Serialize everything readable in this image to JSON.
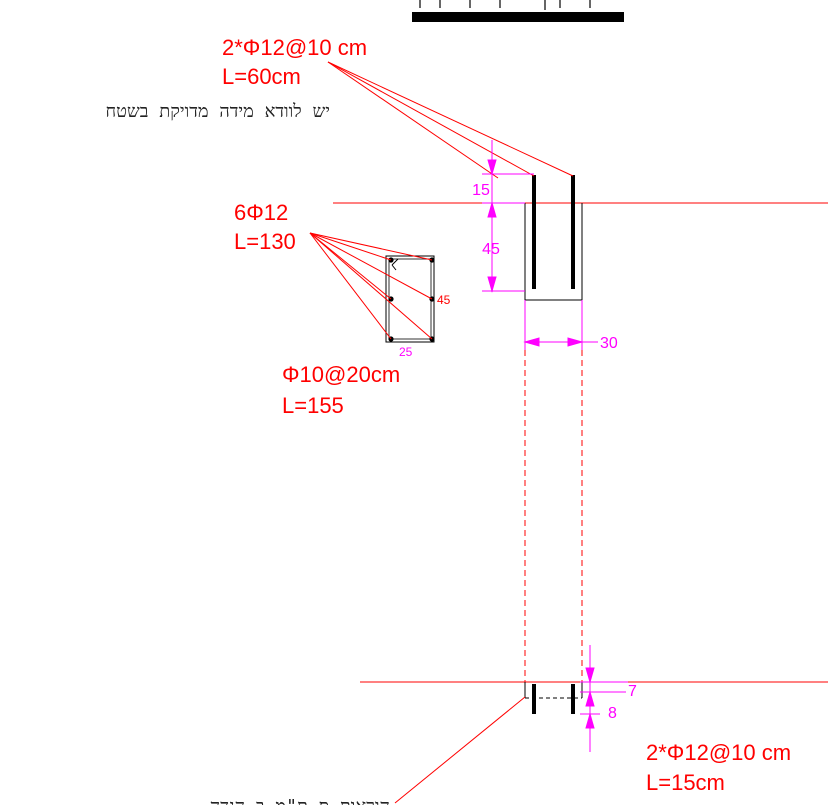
{
  "labels": {
    "dowel_top_spec": "2*Φ12@10 cm",
    "dowel_top_length": "L=60cm",
    "field_note": "יש לוודא מידה מדויקת בשטח",
    "long_bars_spec": "6Φ12",
    "long_bars_length": "L=130",
    "stirrups_spec": "Φ10@20cm",
    "stirrups_length": "L=155",
    "dowel_bottom_spec": "2*Φ12@10 cm",
    "dowel_bottom_length": "L=15cm",
    "bottom_note": "הוראות ס ת\"מ ב הנדה"
  },
  "dimensions": {
    "top_embed": "15",
    "head_depth": "45",
    "width": "30",
    "bottom_gap": "7",
    "bottom_embed": "8",
    "section_height": "45",
    "section_width": "25"
  },
  "colors": {
    "annotation": "#ff0000",
    "dimension": "#ff00ff",
    "member": "#000000"
  }
}
